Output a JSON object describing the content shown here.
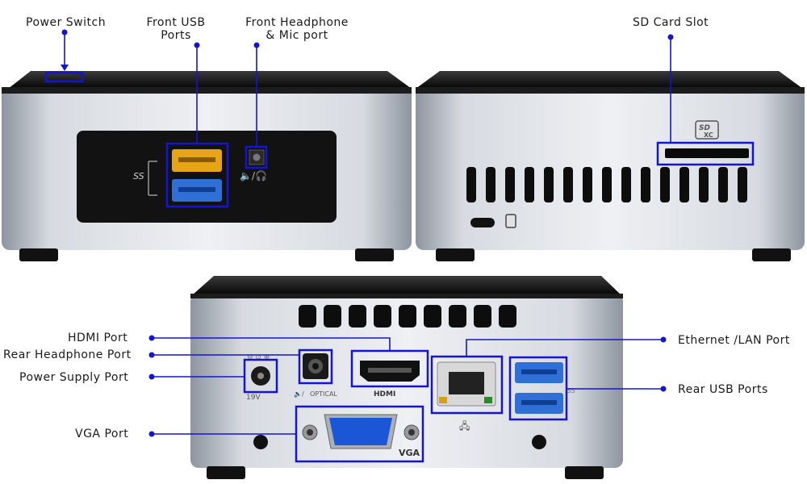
{
  "labels": {
    "power_switch": "Power Switch",
    "front_usb_line1": "Front USB",
    "front_usb_line2": "Ports",
    "front_headphone_line1": "Front Headphone",
    "front_headphone_line2": "& Mic port",
    "sd_card": "SD Card Slot",
    "hdmi": "HDMI Port",
    "rear_headphone": "Rear Headphone Port",
    "power_supply": "Power Supply Port",
    "vga": "VGA Port",
    "ethernet": "Ethernet /LAN Port",
    "rear_usb": "Rear USB Ports"
  },
  "device_markings": {
    "sd_logo_top": "SD",
    "sd_logo_bottom": "XC",
    "usb_ss": "SS",
    "optical": "OPTICAL",
    "voltage": "19V",
    "hdmi_logo": "HDMI",
    "vga_label": "VGA"
  },
  "colors": {
    "highlight": "#1515d0",
    "chassis_silver": "#c9ced6",
    "chassis_top": "#111111",
    "usb3_blue": "#2f6fd6",
    "usb_charging_yellow": "#e6a417"
  }
}
